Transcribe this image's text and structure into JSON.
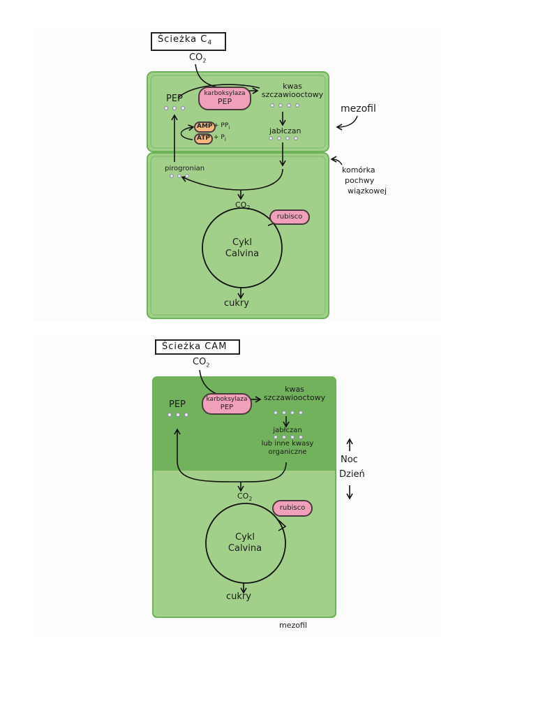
{
  "c4": {
    "title": "Ścieżka C",
    "title_sub": "4",
    "co2_top": "CO",
    "co2_sub": "2",
    "pep": "PEP",
    "enzyme": "karboksylaza PEP",
    "enzyme_line1": "karboksylaza",
    "enzyme_line2": "PEP",
    "oxaloacetate_line1": "kwas",
    "oxaloacetate_line2": "szczawiooctowy",
    "malate": "jabłczan",
    "amp": "AMP",
    "ppi": "+ PP",
    "ppi_sub": "i",
    "atp": "ATP",
    "pi": "+ P",
    "pi_sub": "i",
    "pyruvate": "pirogronian",
    "co2_mid": "CO",
    "co2_mid_sub": "2",
    "rubisco": "rubisco",
    "calvin_line1": "Cykl",
    "calvin_line2": "Calvina",
    "sugars": "cukry",
    "mesophyll": "mezofil",
    "bundle_sheath_line1": "komórka",
    "bundle_sheath_line2": "pochwy",
    "bundle_sheath_line3": "wiązkowej"
  },
  "cam": {
    "title": "Ścieżka CAM",
    "co2_top": "CO",
    "co2_sub": "2",
    "pep": "PEP",
    "enzyme_line1": "karboksylaza",
    "enzyme_line2": "PEP",
    "oxaloacetate_line1": "kwas",
    "oxaloacetate_line2": "szczawiooctowy",
    "malate_line1": "jabłczan",
    "malate_line2": "lub inne kwasy",
    "malate_line3": "organiczne",
    "night": "Noc",
    "day": "Dzień",
    "co2_mid": "CO",
    "co2_mid_sub": "2",
    "rubisco": "rubisco",
    "calvin_line1": "Cykl",
    "calvin_line2": "Calvina",
    "sugars": "cukry",
    "mesophyll": "mezofil"
  },
  "colors": {
    "cell_light": "#a2d08a",
    "cell_dark": "#72b25d",
    "cell_border": "#6cb35a",
    "rubisco_pink": "#f0a0b8",
    "atp_orange": "#f6b880"
  }
}
